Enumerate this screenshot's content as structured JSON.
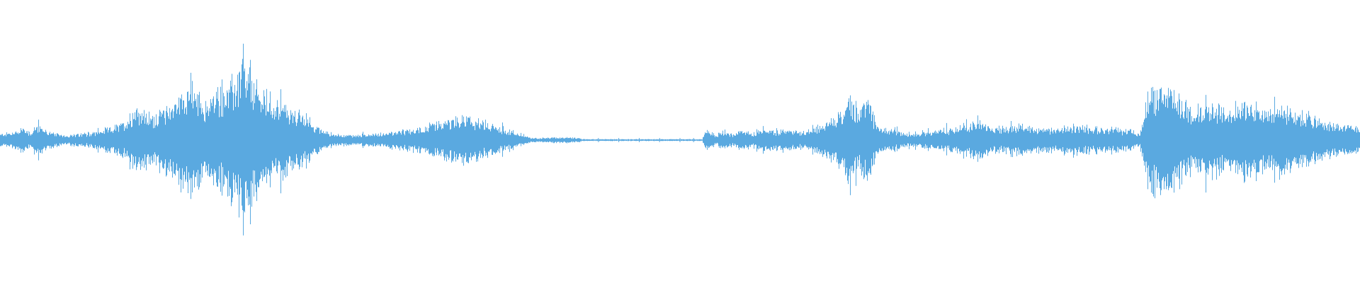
{
  "waveform": {
    "color": "#5aa9e0",
    "background": "#ffffff",
    "amplitude_scale": "normalized 0-1",
    "envelope": [
      {
        "t": 0.0,
        "a": 0.06
      },
      {
        "t": 0.01,
        "a": 0.08
      },
      {
        "t": 0.016,
        "a": 0.13
      },
      {
        "t": 0.022,
        "a": 0.08
      },
      {
        "t": 0.028,
        "a": 0.15
      },
      {
        "t": 0.035,
        "a": 0.09
      },
      {
        "t": 0.042,
        "a": 0.06
      },
      {
        "t": 0.05,
        "a": 0.05
      },
      {
        "t": 0.06,
        "a": 0.06
      },
      {
        "t": 0.07,
        "a": 0.08
      },
      {
        "t": 0.08,
        "a": 0.12
      },
      {
        "t": 0.09,
        "a": 0.16
      },
      {
        "t": 0.1,
        "a": 0.35
      },
      {
        "t": 0.11,
        "a": 0.24
      },
      {
        "t": 0.12,
        "a": 0.3
      },
      {
        "t": 0.13,
        "a": 0.42
      },
      {
        "t": 0.14,
        "a": 0.58
      },
      {
        "t": 0.145,
        "a": 0.45
      },
      {
        "t": 0.15,
        "a": 0.36
      },
      {
        "t": 0.16,
        "a": 0.48
      },
      {
        "t": 0.17,
        "a": 0.55
      },
      {
        "t": 0.178,
        "a": 0.73
      },
      {
        "t": 0.185,
        "a": 0.6
      },
      {
        "t": 0.195,
        "a": 0.44
      },
      {
        "t": 0.205,
        "a": 0.38
      },
      {
        "t": 0.215,
        "a": 0.3
      },
      {
        "t": 0.225,
        "a": 0.22
      },
      {
        "t": 0.235,
        "a": 0.12
      },
      {
        "t": 0.245,
        "a": 0.06
      },
      {
        "t": 0.26,
        "a": 0.05
      },
      {
        "t": 0.28,
        "a": 0.07
      },
      {
        "t": 0.3,
        "a": 0.1
      },
      {
        "t": 0.32,
        "a": 0.16
      },
      {
        "t": 0.34,
        "a": 0.24
      },
      {
        "t": 0.355,
        "a": 0.18
      },
      {
        "t": 0.37,
        "a": 0.12
      },
      {
        "t": 0.383,
        "a": 0.06
      },
      {
        "t": 0.39,
        "a": 0.02
      },
      {
        "t": 0.415,
        "a": 0.03
      },
      {
        "t": 0.44,
        "a": 0.01
      },
      {
        "t": 0.5,
        "a": 0.01
      },
      {
        "t": 0.516,
        "a": 0.01
      },
      {
        "t": 0.52,
        "a": 0.12
      },
      {
        "t": 0.526,
        "a": 0.05
      },
      {
        "t": 0.532,
        "a": 0.1
      },
      {
        "t": 0.538,
        "a": 0.05
      },
      {
        "t": 0.545,
        "a": 0.1
      },
      {
        "t": 0.552,
        "a": 0.06
      },
      {
        "t": 0.56,
        "a": 0.12
      },
      {
        "t": 0.57,
        "a": 0.09
      },
      {
        "t": 0.58,
        "a": 0.12
      },
      {
        "t": 0.59,
        "a": 0.08
      },
      {
        "t": 0.6,
        "a": 0.13
      },
      {
        "t": 0.61,
        "a": 0.18
      },
      {
        "t": 0.62,
        "a": 0.3
      },
      {
        "t": 0.625,
        "a": 0.52
      },
      {
        "t": 0.63,
        "a": 0.28
      },
      {
        "t": 0.637,
        "a": 0.4
      },
      {
        "t": 0.645,
        "a": 0.16
      },
      {
        "t": 0.655,
        "a": 0.1
      },
      {
        "t": 0.67,
        "a": 0.06
      },
      {
        "t": 0.69,
        "a": 0.1
      },
      {
        "t": 0.71,
        "a": 0.14
      },
      {
        "t": 0.72,
        "a": 0.22
      },
      {
        "t": 0.73,
        "a": 0.12
      },
      {
        "t": 0.75,
        "a": 0.15
      },
      {
        "t": 0.77,
        "a": 0.11
      },
      {
        "t": 0.79,
        "a": 0.14
      },
      {
        "t": 0.81,
        "a": 0.12
      },
      {
        "t": 0.83,
        "a": 0.1
      },
      {
        "t": 0.838,
        "a": 0.06
      },
      {
        "t": 0.842,
        "a": 0.4
      },
      {
        "t": 0.848,
        "a": 0.55
      },
      {
        "t": 0.855,
        "a": 0.45
      },
      {
        "t": 0.86,
        "a": 0.52
      },
      {
        "t": 0.87,
        "a": 0.38
      },
      {
        "t": 0.88,
        "a": 0.32
      },
      {
        "t": 0.89,
        "a": 0.38
      },
      {
        "t": 0.9,
        "a": 0.3
      },
      {
        "t": 0.915,
        "a": 0.4
      },
      {
        "t": 0.93,
        "a": 0.32
      },
      {
        "t": 0.945,
        "a": 0.34
      },
      {
        "t": 0.96,
        "a": 0.26
      },
      {
        "t": 0.975,
        "a": 0.18
      },
      {
        "t": 0.99,
        "a": 0.14
      },
      {
        "t": 1.0,
        "a": 0.12
      }
    ],
    "silent_ticks": [
      0.4,
      0.414,
      0.425,
      0.44,
      0.455,
      0.47,
      0.485,
      0.5,
      0.51
    ]
  }
}
